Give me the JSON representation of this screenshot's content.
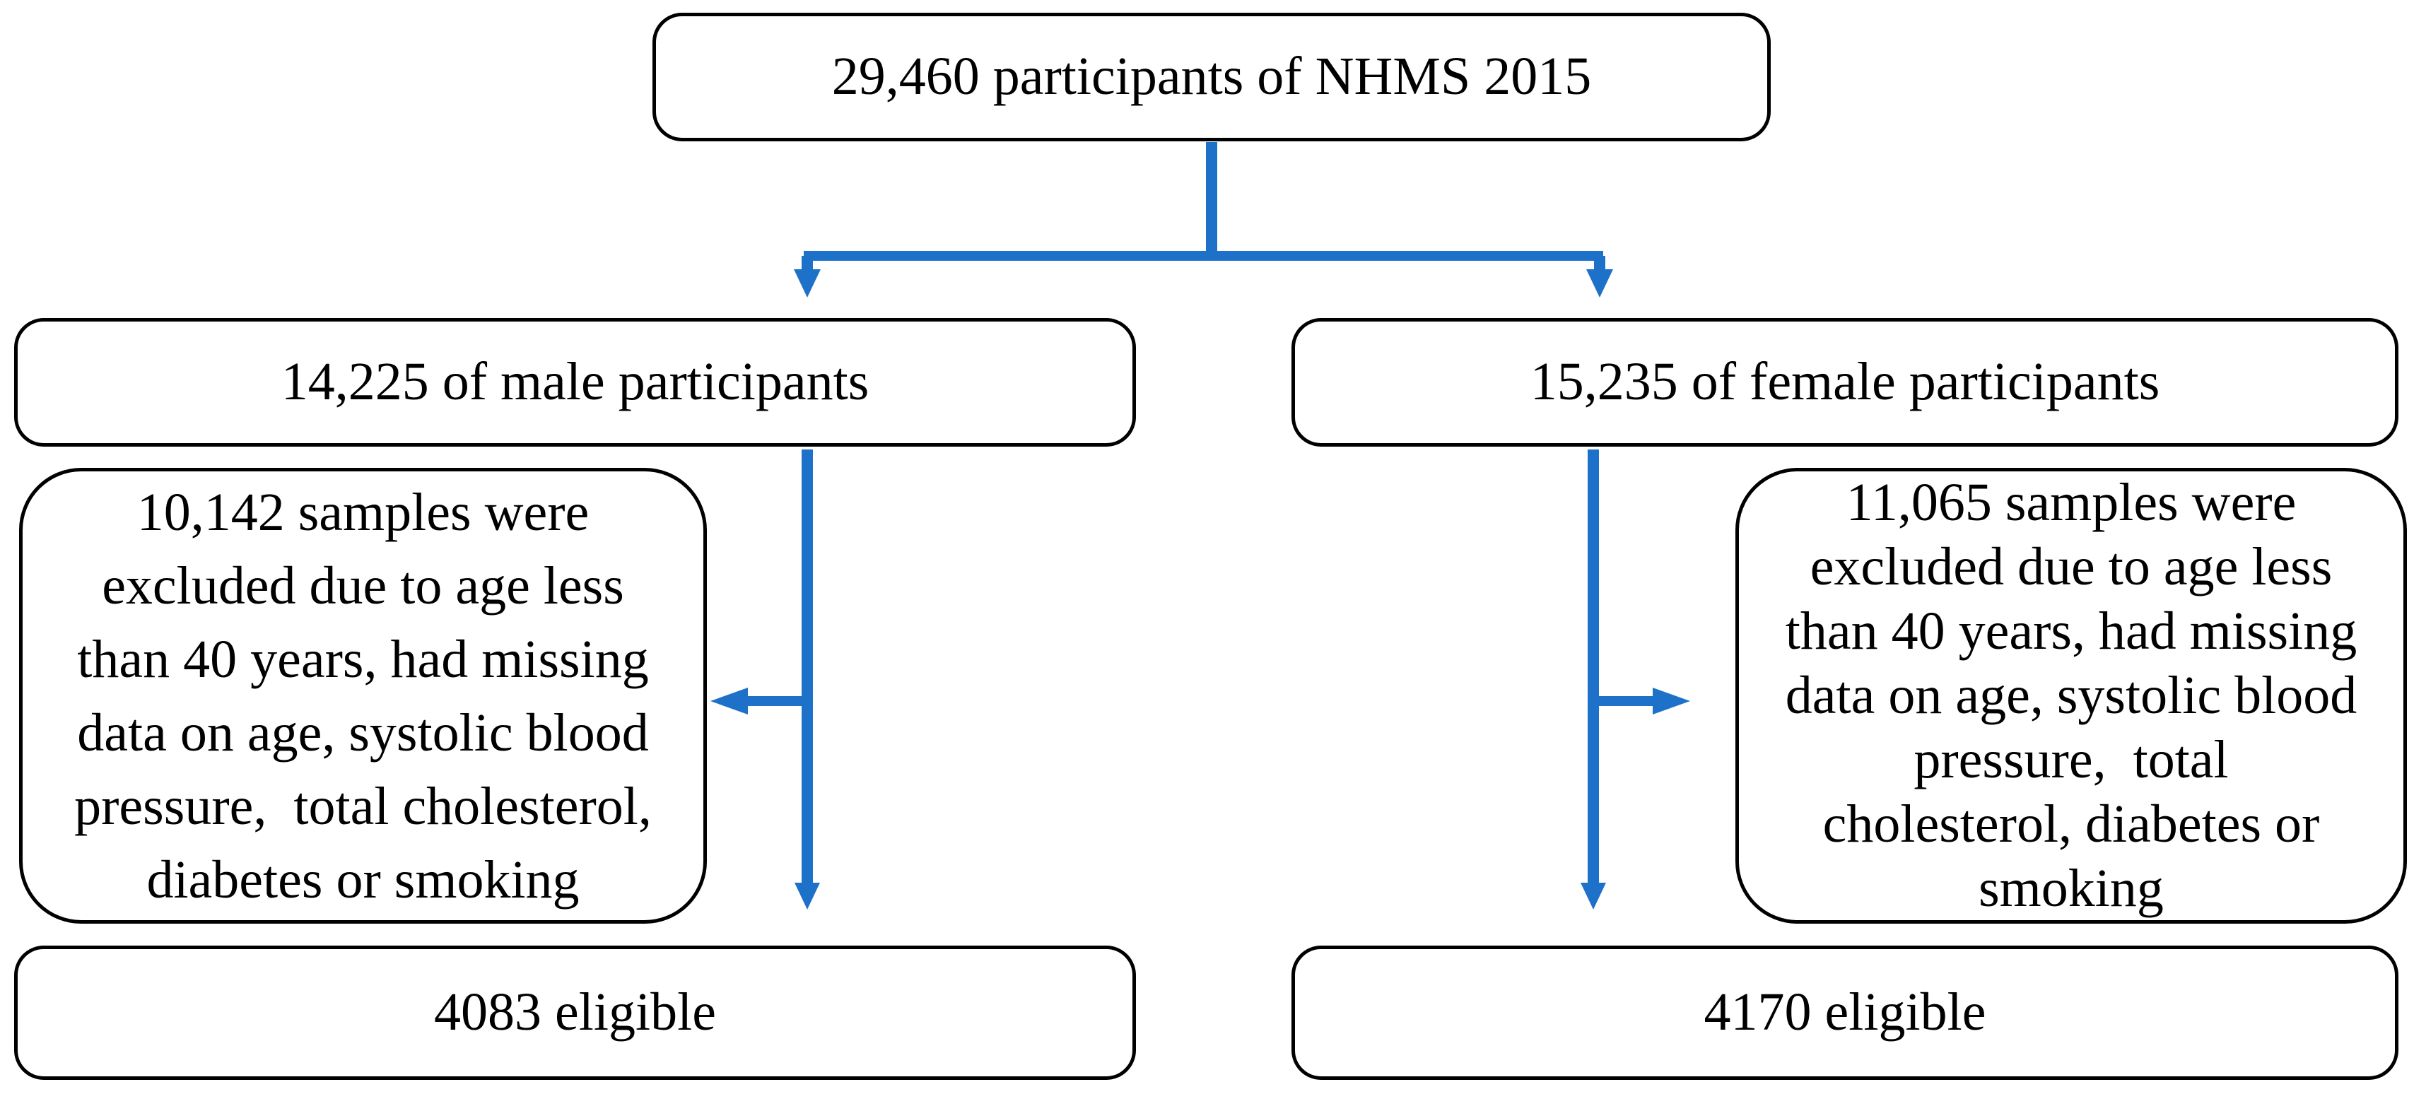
{
  "colors": {
    "arrow": "#1E71C8",
    "border": "#000000",
    "text": "#000000",
    "background": "#FFFFFF"
  },
  "flowchart": {
    "top_box": {
      "label": "29,460 participants of NHMS 2015"
    },
    "male_box": {
      "label": "14,225 of male participants"
    },
    "female_box": {
      "label": "15,235 of female participants"
    },
    "male_excluded_box": {
      "text": "10,142 samples were\nexcluded due to age less\nthan 40 years, had missing\ndata on age, systolic blood\npressure,  total cholesterol,\ndiabetes or smoking"
    },
    "female_excluded_box": {
      "text": "11,065 samples were\nexcluded due to age less\nthan 40 years, had missing\ndata on age, systolic blood\npressure,  total\ncholesterol, diabetes or\nsmoking"
    },
    "male_eligible_box": {
      "label": "4083 eligible"
    },
    "female_eligible_box": {
      "label": "4170 eligible"
    }
  }
}
